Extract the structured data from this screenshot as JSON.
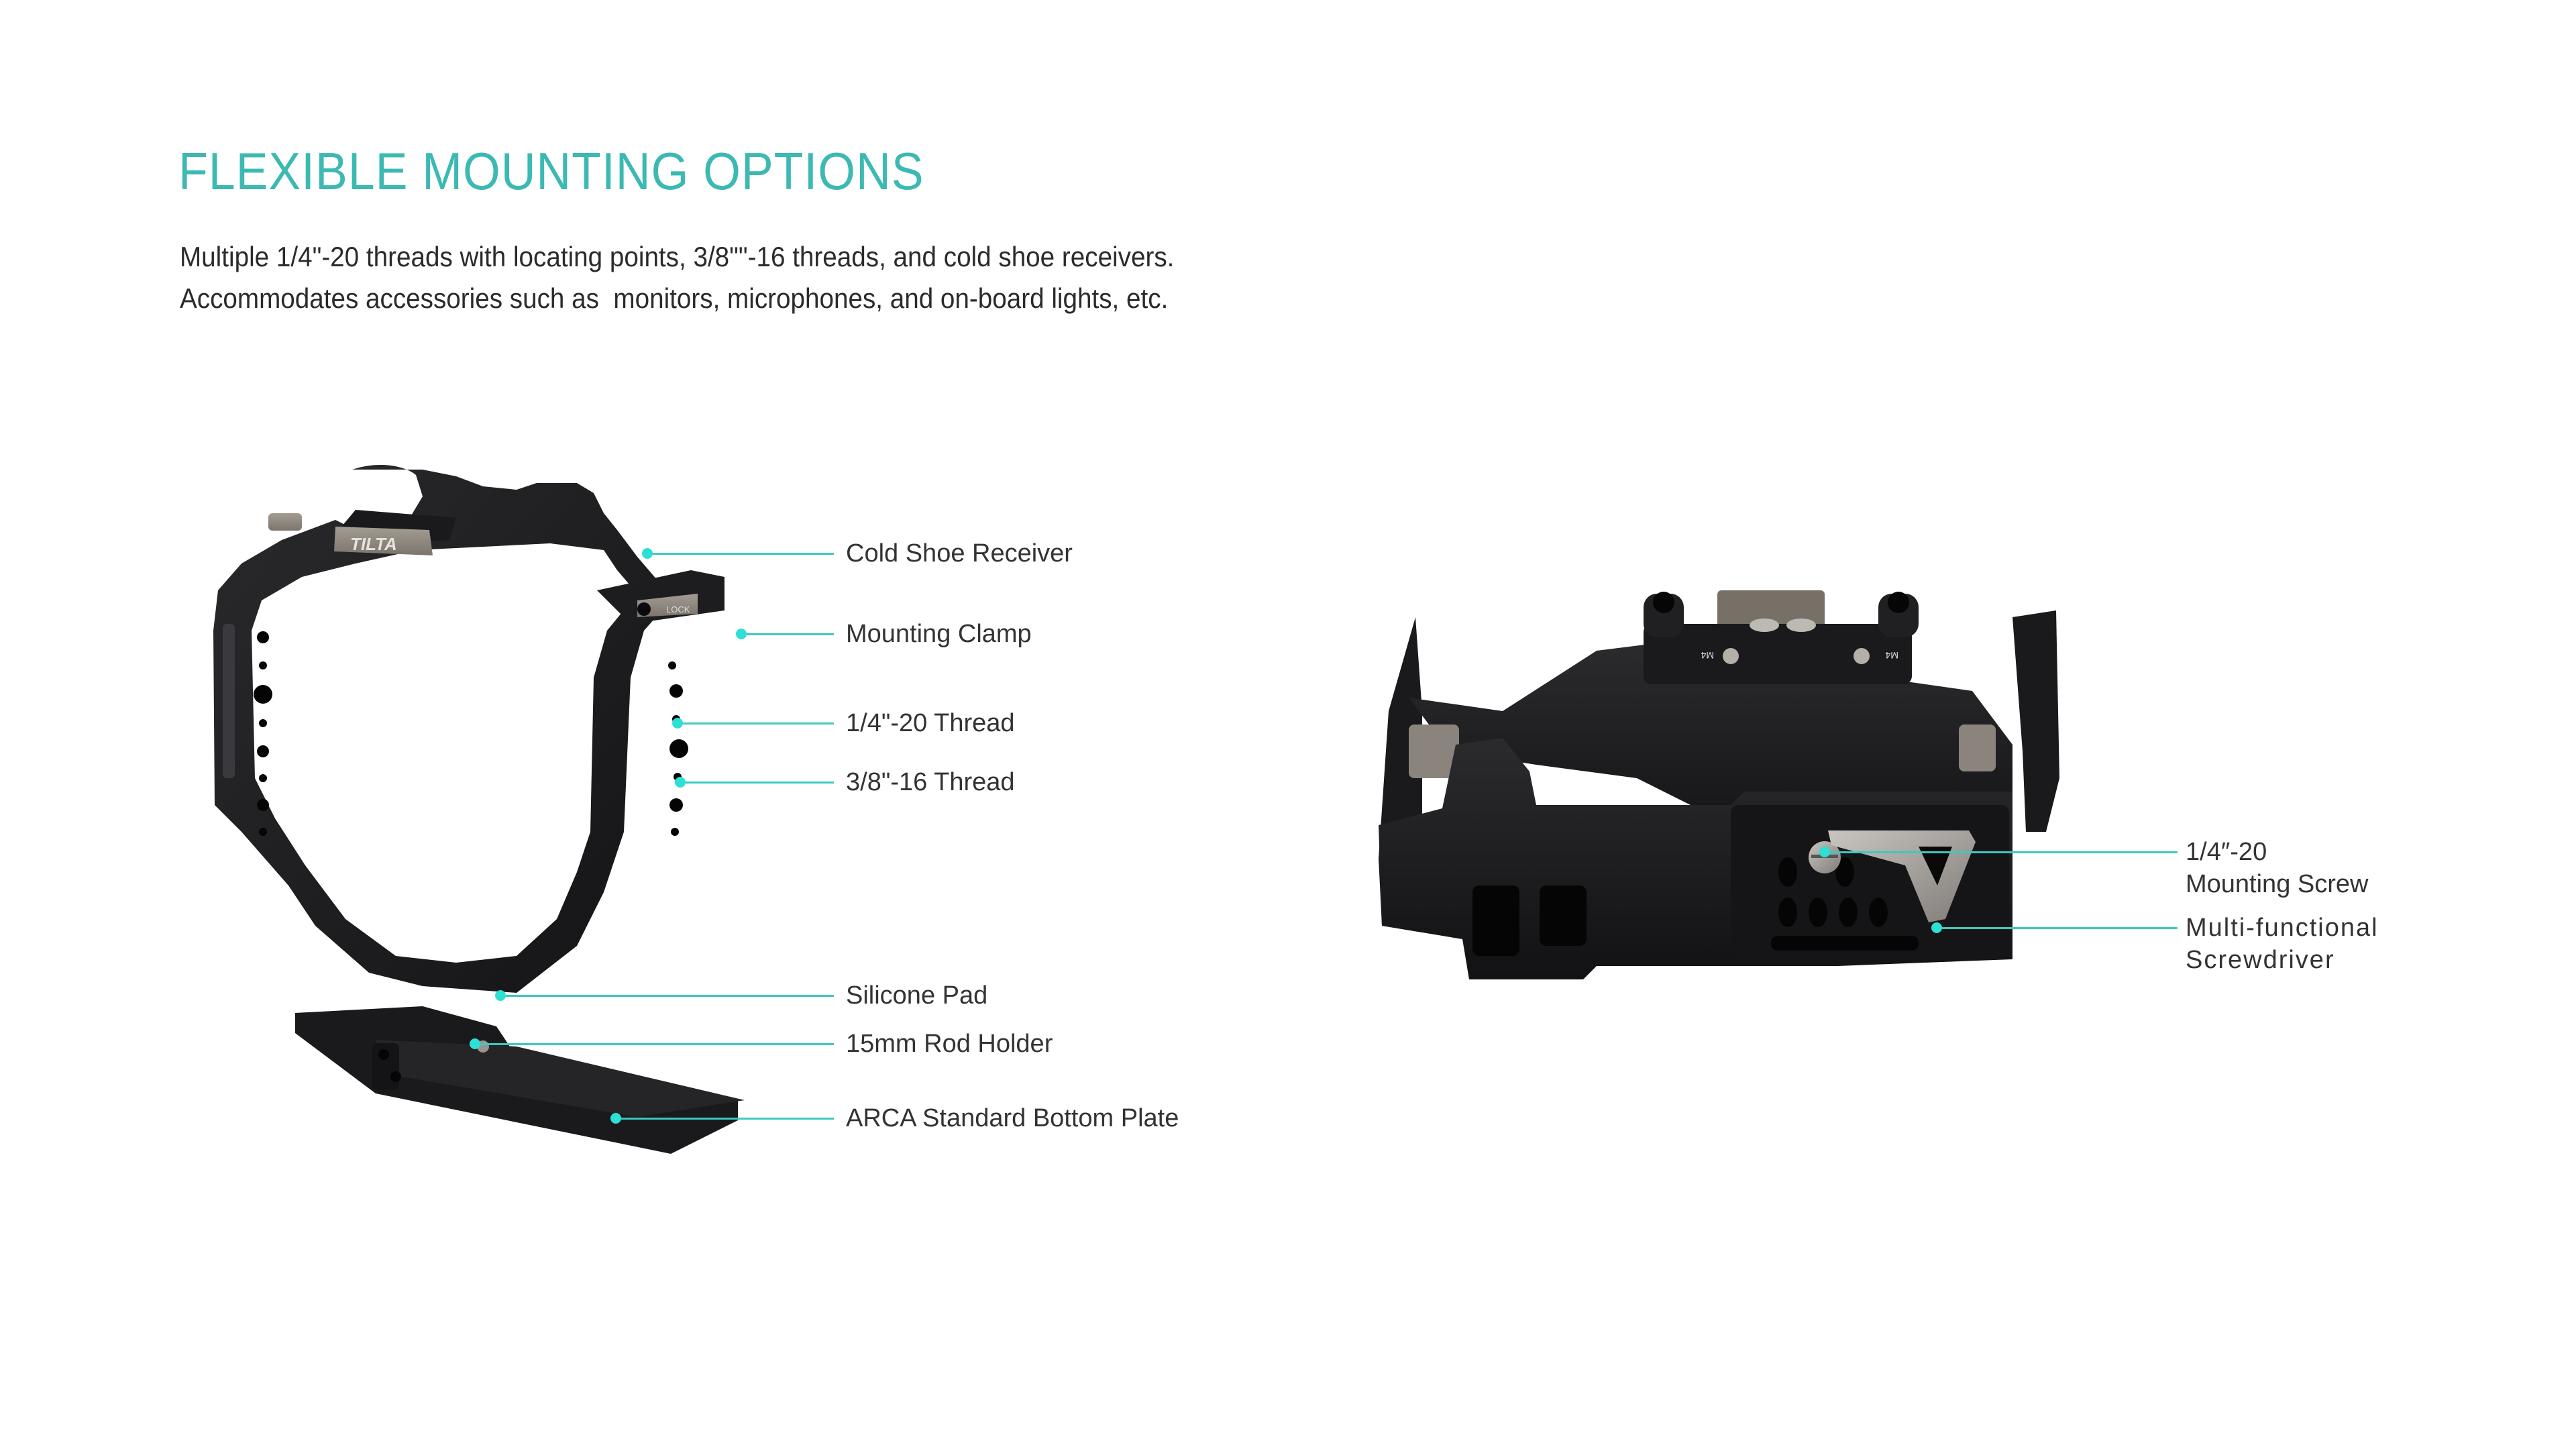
{
  "header": {
    "title": "FLEXIBLE MOUNTING OPTIONS",
    "description_lines": [
      "Multiple 1/4\"-20 threads with locating points, 3/8\"\"-16 threads, and cold shoe receivers.",
      "Accommodates accessories such as  monitors, microphones, and on-board lights, etc."
    ]
  },
  "colors": {
    "accent": "#3cb9b3",
    "callout_line": "#3cc9c0",
    "callout_dot": "#2de0d4",
    "label_text": "#333333",
    "product_body": "#1c1c1e",
    "product_accent_metal": "#8d857c"
  },
  "left_product": {
    "name": "camera-cage-side-view",
    "logo_text": "TILTA",
    "lock_text": "LOCK",
    "callouts": [
      {
        "label": "Cold Shoe Receiver"
      },
      {
        "label": "Mounting Clamp"
      },
      {
        "label": "1/4\"-20 Thread"
      },
      {
        "label": "3/8\"-16 Thread"
      },
      {
        "label": "Silicone Pad"
      },
      {
        "label": "15mm Rod Holder"
      },
      {
        "label": "ARCA Standard Bottom Plate"
      }
    ]
  },
  "right_product": {
    "name": "camera-cage-bottom-view",
    "screw_marking": "M4",
    "callouts": [
      {
        "label_lines": [
          "1/4″-20",
          "Mounting Screw"
        ]
      },
      {
        "label_lines": [
          "Multi-functional",
          "Screwdriver"
        ]
      }
    ]
  }
}
